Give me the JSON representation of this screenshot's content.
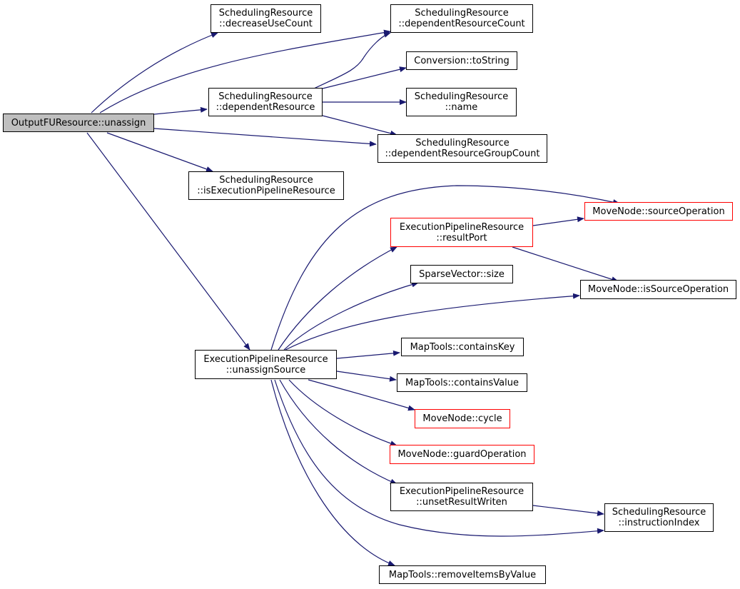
{
  "colors": {
    "edge": "#191970",
    "border": "#000000",
    "highlight_border": "#ff0000",
    "root_fill": "#bfbfbf"
  },
  "nodes": {
    "root": {
      "line1": "OutputFUResource::unassign"
    },
    "decrease_use_count": {
      "line1": "SchedulingResource",
      "line2": "::decreaseUseCount"
    },
    "dependent_resource_count": {
      "line1": "SchedulingResource",
      "line2": "::dependentResourceCount"
    },
    "conversion_to_string": {
      "line1": "Conversion::toString"
    },
    "dependent_resource": {
      "line1": "SchedulingResource",
      "line2": "::dependentResource"
    },
    "name": {
      "line1": "SchedulingResource",
      "line2": "::name"
    },
    "dependent_resource_group_count": {
      "line1": "SchedulingResource",
      "line2": "::dependentResourceGroupCount"
    },
    "is_execution_pipeline_resource": {
      "line1": "SchedulingResource",
      "line2": "::isExecutionPipelineResource"
    },
    "source_operation": {
      "line1": "MoveNode::sourceOperation"
    },
    "result_port": {
      "line1": "ExecutionPipelineResource",
      "line2": "::resultPort"
    },
    "sparse_vector_size": {
      "line1": "SparseVector::size"
    },
    "is_source_operation": {
      "line1": "MoveNode::isSourceOperation"
    },
    "unassign_source": {
      "line1": "ExecutionPipelineResource",
      "line2": "::unassignSource"
    },
    "contains_key": {
      "line1": "MapTools::containsKey"
    },
    "contains_value": {
      "line1": "MapTools::containsValue"
    },
    "cycle": {
      "line1": "MoveNode::cycle"
    },
    "guard_operation": {
      "line1": "MoveNode::guardOperation"
    },
    "unset_result_writen": {
      "line1": "ExecutionPipelineResource",
      "line2": "::unsetResultWriten"
    },
    "instruction_index": {
      "line1": "SchedulingResource",
      "line2": "::instructionIndex"
    },
    "remove_items_by_value": {
      "line1": "MapTools::removeItemsByValue"
    }
  }
}
